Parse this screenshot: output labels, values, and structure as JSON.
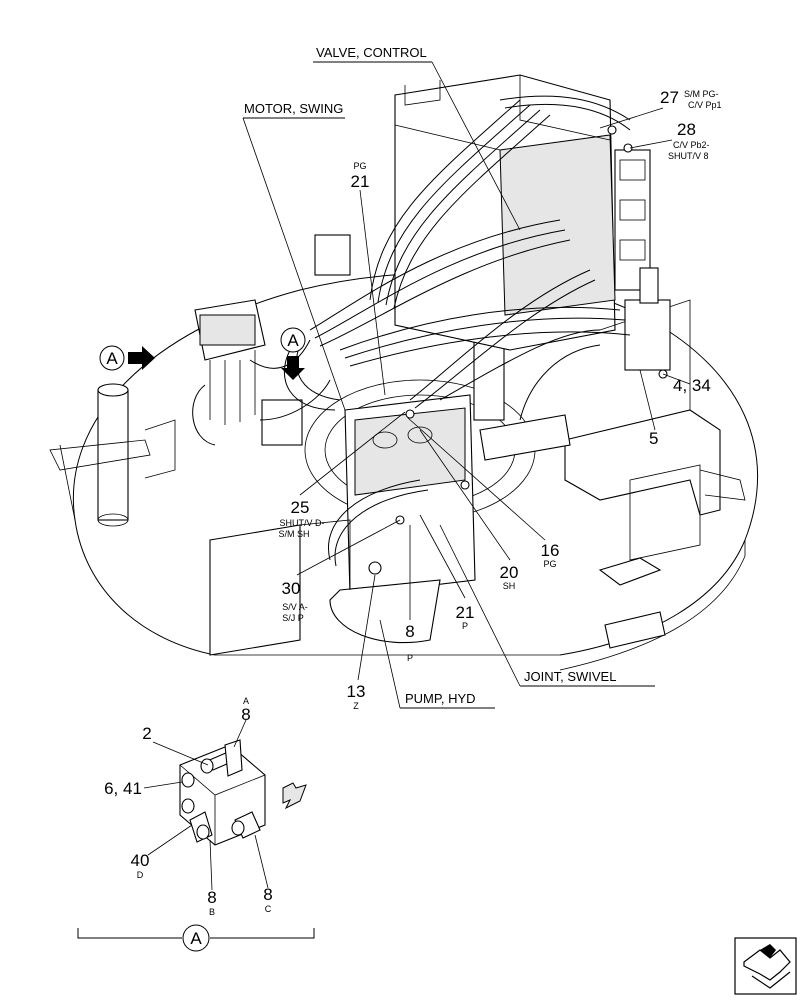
{
  "labels": {
    "valve_control": "VALVE, CONTROL",
    "motor_swing": "MOTOR, SWING",
    "pump_hyd": "PUMP, HYD",
    "joint_swivel": "JOINT, SWIVEL"
  },
  "callouts": {
    "c27": {
      "num": "27",
      "sub1": "S/M PG-",
      "sub2": "C/V Pp1"
    },
    "c28": {
      "num": "28",
      "sub1": "C/V Pb2-",
      "sub2": "SHUT/V 8"
    },
    "c21top": {
      "num": "21",
      "sub": "PG"
    },
    "c4_34": {
      "num": "4, 34"
    },
    "c5": {
      "num": "5"
    },
    "c25": {
      "num": "25",
      "sub1": "SHUT/V D-",
      "sub2": "S/M SH"
    },
    "c16": {
      "num": "16",
      "sub": "PG"
    },
    "c20": {
      "num": "20",
      "sub": "SH"
    },
    "c30": {
      "num": "30",
      "sub1": "S/V A-",
      "sub2": "S/J P"
    },
    "c21p": {
      "num": "21",
      "sub": "P"
    },
    "c8p": {
      "num": "8",
      "sub": "P"
    },
    "c13": {
      "num": "13",
      "sub": "Z"
    }
  },
  "view_markers": {
    "a1": "A",
    "a2": "A",
    "detail": "A"
  },
  "detail": {
    "c8a": {
      "num": "8",
      "sub": "A"
    },
    "c2": {
      "num": "2"
    },
    "c6_41": {
      "num": "6, 41"
    },
    "c40": {
      "num": "40",
      "sub": "D"
    },
    "c8b": {
      "num": "8",
      "sub": "B"
    },
    "c8c": {
      "num": "8",
      "sub": "C"
    }
  },
  "icons": [
    "arrow-right-icon",
    "arrow-down-icon",
    "direction-arrow-icon",
    "next-page-icon"
  ]
}
